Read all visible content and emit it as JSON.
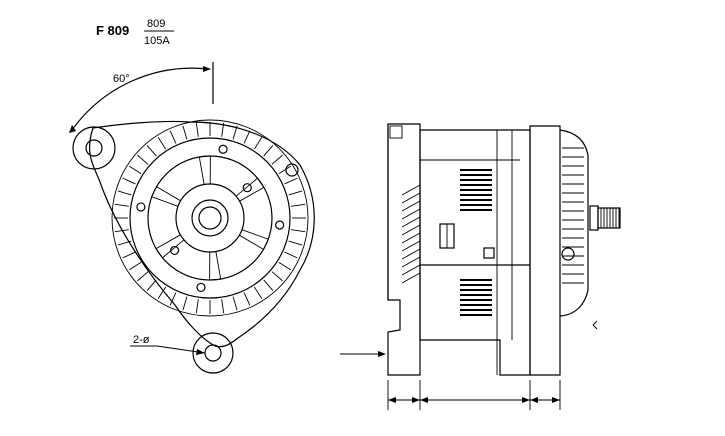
{
  "header": {
    "model": "F 809",
    "code": "809",
    "rating": "105A"
  },
  "front_view": {
    "angle_label": "60°",
    "hole_label": "2-ø"
  },
  "colors": {
    "line": "#000000",
    "background": "#ffffff"
  }
}
